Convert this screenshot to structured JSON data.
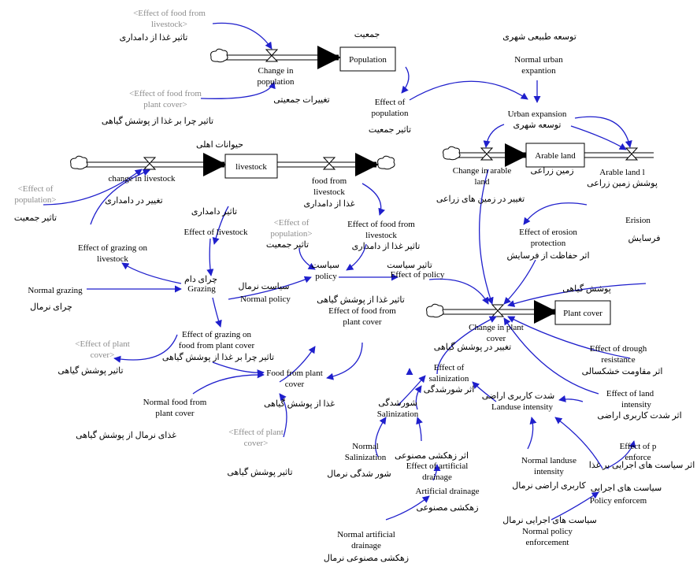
{
  "stocks": [
    {
      "id": "population",
      "label": "Population"
    },
    {
      "id": "livestock",
      "label": "livestock"
    },
    {
      "id": "arable_land",
      "label": "Arable land"
    },
    {
      "id": "plant_cover",
      "label": "Plant cover"
    }
  ],
  "labels": {
    "ghost_food_livestock": [
      "<Effect of food from",
      "livestock>"
    ],
    "fa_food_livestock_1": "تاثیر غذا از دامداری",
    "fa_population_title": "جمعیت",
    "change_in_population": [
      "Change in",
      "population"
    ],
    "fa_population_change": "تغییرات جمعیتی",
    "ghost_food_plant": [
      "<Effect of food from",
      "plant cover>"
    ],
    "fa_food_plant_1": "تاثیر چرا بر غذا از پوشش گیاهی",
    "effect_of_population": [
      "Effect of",
      "population"
    ],
    "fa_effect_population": "تاثیر جمعیت",
    "fa_urban_natural": "توسعه طبیعی شهری",
    "normal_urban": [
      "Normal urban",
      "expantion"
    ],
    "urban_expansion": "Urban expansion",
    "fa_urban_expansion": "توسعه شهری",
    "fa_livestock_title": "حیوانات اهلی",
    "change_in_livestock": "change in livestock",
    "fa_change_livestock": "تغییر در دامداری",
    "ghost_population_1": [
      "<Effect of",
      "population>"
    ],
    "fa_population_effect_1": "تاثیر جمعیت",
    "food_from_livestock": [
      "food from",
      "livestock"
    ],
    "fa_food_from_livestock": "غذا از دامداری",
    "change_arable": [
      "Change in arable",
      "land"
    ],
    "fa_farmland": "زمین زراعی",
    "fa_change_arable": "تغییر در زمین های زراعی",
    "arable_loss": "Arable land l",
    "fa_arable_loss": "پوشش زمین زراعی",
    "fa_livestock_effect": "تاثیر دامداری",
    "effect_of_livestock": "Effect of livestock",
    "ghost_population_2": [
      "<Effect of",
      "population>"
    ],
    "fa_population_effect_2": "تاثیر جمعیت",
    "effect_food_livestock": [
      "Effect of food from",
      "livestock"
    ],
    "fa_food_livestock_2": "تاثیر غذا از دامداری",
    "erosion": "Erision",
    "fa_erosion": "فرسایش",
    "effect_erosion": [
      "Effect of erosion",
      "protection"
    ],
    "fa_erosion_protection": "اثر حفاظت از فرسایش",
    "effect_grazing_livestock": [
      "Effect of grazing on",
      "livestock"
    ],
    "fa_policy": "سیاست",
    "policy": "policy",
    "fa_policy_effect": "تاثیر سیاست",
    "effect_of_policy": "Effect of policy",
    "fa_grazing": "چرای دام",
    "grazing": "Grazing",
    "normal_grazing": "Normal grazing",
    "fa_normal_grazing": "چرای نرمال",
    "fa_normal_policy": "سیاست نرمال",
    "normal_policy": "Normal policy",
    "fa_plant_food_effect": "تاثیر غذا از پوشش گیاهی",
    "effect_food_plant": [
      "Effect of food from",
      "plant cover"
    ],
    "fa_plant_cover_title": "پوشش گیاهی",
    "change_plant": [
      "Change in plant",
      "cover"
    ],
    "fa_change_plant": "تغییر در پوشش گیاهی",
    "ghost_plant_1": [
      "<Effect of plant",
      "cover>"
    ],
    "fa_plant_effect_1": "تاثیر پوشش گیاهی",
    "effect_grazing_food": [
      "Effect of grazing on",
      "food from plant cover"
    ],
    "fa_grazing_food": "تاثیر چرا بر غذا از پوشش گیاهی",
    "effect_drought": [
      "Effect of drough",
      "resistance"
    ],
    "fa_drought": "اثر مقاومت خشکسالی",
    "food_from_plant": [
      "Food from plant",
      "cover"
    ],
    "fa_food_from_plant": "غذا از پوشش گیاهی",
    "effect_salinization": [
      "Effect of",
      "salinization"
    ],
    "fa_salinization_effect": "اثر شورشدگی",
    "effect_landuse": [
      "Effect of land",
      "intensity"
    ],
    "fa_landuse_effect": "اثر شدت کاربری اراضی",
    "fa_landuse_intensity": "شدت کاربری اراضی",
    "landuse_intensity": "Landuse intensity",
    "normal_food_plant": [
      "Normal food from",
      "plant cover"
    ],
    "fa_normal_food_plant": "غذای نرمال از پوشش گیاهی",
    "fa_salinization": "شورشدگی",
    "salinization": "Salinization",
    "ghost_plant_2": [
      "<Effect of plant",
      "cover>"
    ],
    "fa_plant_effect_2": "تاثیر پوشش گیاهی",
    "effect_policy_enf": [
      "Effect of p",
      "enforce"
    ],
    "fa_policy_enf_effect": "اثر سیاست های اجرایی بر غذا",
    "fa_artificial_drainage_effect": "اثر زهکشی مصنوعی",
    "effect_artificial_drainage": [
      "Effect of artificial",
      "drainage"
    ],
    "normal_salinization": [
      "Normal",
      "Salinization"
    ],
    "fa_normal_salinization": "شور شدگی نرمال",
    "normal_landuse": [
      "Normal landuse",
      "intensity"
    ],
    "fa_normal_landuse": "کاربری اراضی نرمال",
    "fa_policy_enf": "سیاست های اجرایی",
    "policy_enf": "Policy enforcem",
    "artificial_drainage": "Artificial drainage",
    "fa_artificial_drainage": "زهکشی مصنوعی",
    "fa_normal_policy_enf": "سیاست های اجرایی نرمال",
    "normal_policy_enf": [
      "Normal policy",
      "enforcement"
    ],
    "normal_artificial_drainage": [
      "Normal artificial",
      "drainage"
    ],
    "fa_normal_artificial_drainage": "زهکشی مصنوعی نرمال"
  },
  "colors": {
    "link": "#1f1fcc",
    "flow": "#000000",
    "ghost_text": "#8c8c8c",
    "text": "#000000"
  }
}
